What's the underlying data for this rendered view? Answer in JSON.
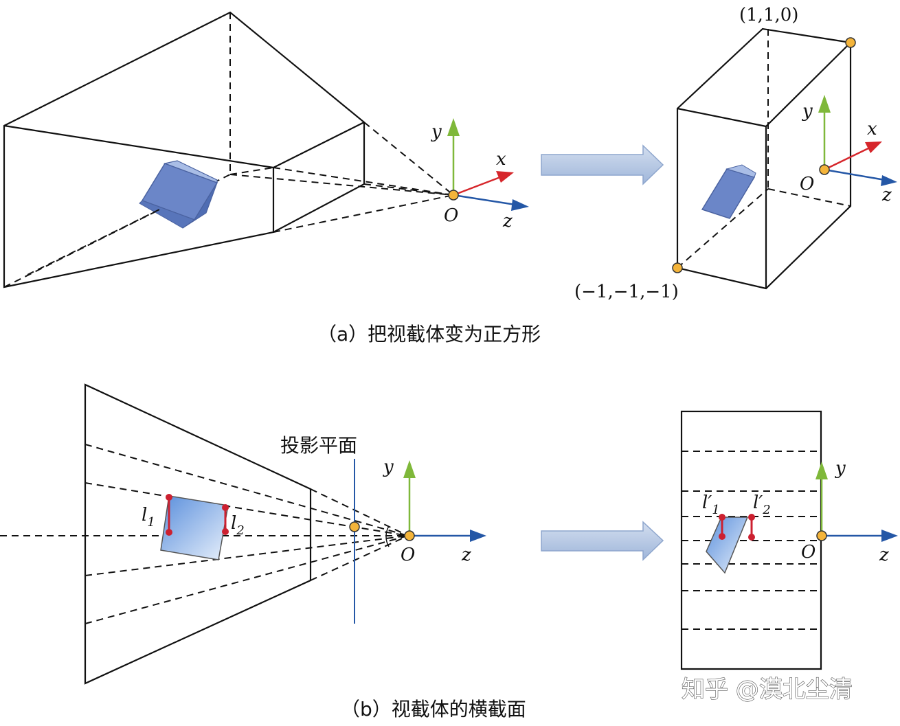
{
  "panel_a": {
    "caption": "（a）把视截体变为正方形",
    "axis_labels": {
      "x": "x",
      "y": "y",
      "z": "z",
      "origin": "O"
    },
    "corner_top": "(1,1,0)",
    "corner_bottom": "(−1,−1,−1)"
  },
  "panel_b": {
    "caption": "（b）视截体的横截面",
    "projection_plane_label": "投影平面",
    "axis_labels": {
      "y": "y",
      "z": "z",
      "origin": "O"
    },
    "segment_labels": {
      "l1": "l",
      "l1_sub": "1",
      "l2": "l",
      "l2_sub": "2",
      "l1p": "l′",
      "l1p_sub": "1",
      "l2p": "l′",
      "l2p_sub": "2"
    }
  },
  "watermark": "知乎 @漠北尘清",
  "colors": {
    "axis_y": "#7fb83a",
    "axis_x": "#d6262b",
    "axis_z": "#2457a6",
    "origin_dot": "#f4b43a",
    "cube": "#6b86c8",
    "arrow_fill": "#b7c8e4",
    "segment": "#cc2030"
  }
}
